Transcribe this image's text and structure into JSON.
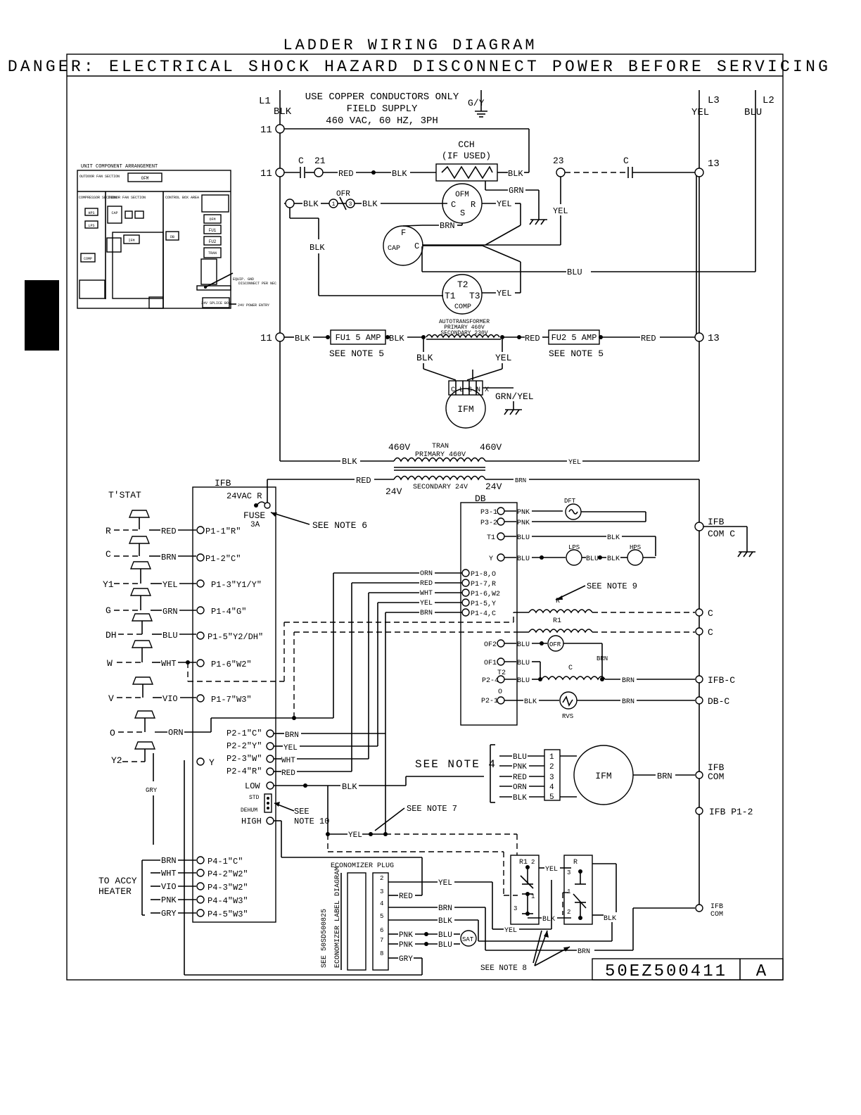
{
  "page": {
    "title": "LADDER WIRING DIAGRAM",
    "danger": "DANGER: ELECTRICAL SHOCK HAZARD DISCONNECT POWER BEFORE SERVICING",
    "drawing_number": "50EZ500411",
    "revision": "A"
  },
  "supply": {
    "note_1": "USE COPPER CONDUCTORS ONLY",
    "note_2": "FIELD SUPPLY",
    "note_3": "460 VAC, 60 HZ, 3PH",
    "l1": "L1",
    "l1_color": "BLK",
    "l3": "L3",
    "l3_color": "YEL",
    "l2": "L2",
    "l2_color": "BLU",
    "ground": "G/Y"
  },
  "arrangement": {
    "title": "UNIT COMPONENT ARRANGEMENT",
    "outdoor": "OUTDOOR FAN SECTION",
    "ofm": "OFM",
    "compressor": "COMPRESSOR SECTION",
    "hps": "HPS",
    "lps": "LPS",
    "comp": "COMP",
    "indoor": "INDOOR FAN SECTION",
    "control": "CONTROL BOX AREA",
    "cap": "CAP",
    "ifm": "IFM",
    "fu1": "FU1",
    "fu2": "FU2",
    "tran": "TRAN",
    "equip_gnd": "EQUIP. GND",
    "disconnect": "DISCONNECT PER NEC",
    "splice": "24V SPLICE BOX",
    "entry": "24V POWER ENTRY"
  },
  "labels": {
    "t11a": "11",
    "t11b": "11",
    "t11c": "11",
    "t13a": "13",
    "t13b": "13",
    "t21": "21",
    "t23": "23",
    "c1": "C",
    "c2": "C",
    "cch": "CCH",
    "cch_note": "(IF USED)",
    "ofr": "OFR",
    "ofr1": "1",
    "ofr3": "3",
    "ofm": "OFM",
    "ofm_c": "C",
    "ofm_r": "R",
    "ofm_s": "S",
    "cap": "CAP",
    "cap_f": "F",
    "cap_c": "C",
    "comp": "COMP",
    "t1": "T1",
    "t2": "T2",
    "t3": "T3",
    "fu1": "FU1 5 AMP",
    "fu2": "FU2 5 AMP",
    "see_note_5a": "SEE NOTE 5",
    "see_note_5b": "SEE NOTE 5",
    "auto_1": "AUTOTRANSFORMER",
    "auto_2": "PRIMARY 460V",
    "auto_3": "SECONDARY 230V",
    "ifm": "IFM",
    "ifm_plug": "C L G N X",
    "grn_yel": "GRN/YEL",
    "tran": "TRAN",
    "tran_primary": "PRIMARY 460V",
    "tran_secondary": "SECONDARY 24V",
    "v460a": "460V",
    "v460b": "460V",
    "v24a": "24V",
    "v24b": "24V",
    "tstat": "T'STAT",
    "ifb": "IFB",
    "fuse_1": "24VAC R",
    "fuse_2": "FUSE",
    "fuse_3": "3A",
    "see_note_6": "SEE NOTE 6",
    "db": "DB",
    "dft": "DFT",
    "lps": "LPS",
    "hps": "HPS",
    "ofr_coil": "OFR",
    "r_coil": "R",
    "r1_coil": "R1",
    "c_coil": "C",
    "rvs": "RVS",
    "see_note_9": "SEE NOTE 9",
    "see_note_4": "SEE NOTE 4",
    "see_note_7": "SEE NOTE 7",
    "see_note_8": "SEE NOTE 8",
    "see_note_10a": "SEE",
    "see_note_10b": "NOTE 10",
    "to_accy_1": "TO ACCY",
    "to_accy_2": "HEATER",
    "economizer": "ECONOMIZER PLUG",
    "econ_see_1": "SEE 50SD500825",
    "econ_see_2": "ECONOMIZER LABEL DIAGRAM",
    "sat": "SAT",
    "ifm2": "IFM",
    "ifb_com_c_1": "IFB",
    "ifb_com_c_2": "COM C",
    "ifb_c": "IFB-C",
    "db_c": "DB-C",
    "ifb_com_1": "IFB",
    "ifb_com_2": "COM",
    "ifb_p12": "IFB P1-2",
    "ifb_com3_1": "IFB",
    "ifb_com3_2": "COM",
    "c_right1": "C",
    "c_right2": "C",
    "y_term": "Y",
    "low": "LOW",
    "std": "STD",
    "dehum": "DEHUM",
    "high": "HIGH",
    "r1_relay": "R1",
    "r_relay": "R"
  },
  "wires": {
    "blk": "BLK",
    "red": "RED",
    "yel": "YEL",
    "blu": "BLU",
    "brn": "BRN",
    "grn": "GRN",
    "wht": "WHT",
    "orn": "ORN",
    "vio": "VIO",
    "pnk": "PNK",
    "gry": "GRY"
  },
  "tstat_terms": [
    {
      "term": "R",
      "wire": "RED",
      "pin": "P1-1\"R\""
    },
    {
      "term": "C",
      "wire": "BRN",
      "pin": "P1-2\"C\""
    },
    {
      "term": "Y1",
      "wire": "YEL",
      "pin": "P1-3\"Y1/Y\""
    },
    {
      "term": "G",
      "wire": "GRN",
      "pin": "P1-4\"G\""
    },
    {
      "term": "DH",
      "wire": "BLU",
      "pin": "P1-5\"Y2/DH\""
    },
    {
      "term": "W",
      "wire": "WHT",
      "pin": "P1-6\"W2\""
    },
    {
      "term": "V",
      "wire": "VIO",
      "pin": "P1-7\"W3\""
    },
    {
      "term": "O",
      "wire": "ORN",
      "pin": ""
    },
    {
      "term": "Y2",
      "wire": "GRY",
      "pin": ""
    }
  ],
  "ifb_p2": [
    {
      "pin": "P2-1\"C\"",
      "wire": "BRN"
    },
    {
      "pin": "P2-2\"Y\"",
      "wire": "YEL"
    },
    {
      "pin": "P2-3\"W\"",
      "wire": "WHT"
    },
    {
      "pin": "P2-4\"R\"",
      "wire": "RED"
    }
  ],
  "ifb_p4": [
    {
      "pin": "P4-1\"C\"",
      "wire": "BRN"
    },
    {
      "pin": "P4-2\"W2\"",
      "wire": "WHT"
    },
    {
      "pin": "P4-3\"W2\"",
      "wire": "VIO"
    },
    {
      "pin": "P4-4\"W3\"",
      "wire": "PNK"
    },
    {
      "pin": "P4-5\"W3\"",
      "wire": "GRY"
    }
  ],
  "db_left": [
    {
      "pin": "P1-8,O",
      "wire": "ORN"
    },
    {
      "pin": "P1-7,R",
      "wire": "RED"
    },
    {
      "pin": "P1-6,W2",
      "wire": "WHT"
    },
    {
      "pin": "P1-5,Y",
      "wire": "YEL"
    },
    {
      "pin": "P1-4,C",
      "wire": "BRN"
    }
  ],
  "db_right": [
    {
      "pin": "P3-1",
      "wire": "PNK"
    },
    {
      "pin": "P3-2",
      "wire": "PNK"
    },
    {
      "pin": "T1",
      "wire": "BLU"
    },
    {
      "pin": "Y",
      "wire": "BLU"
    },
    {
      "pin": "OF2",
      "wire": "BLU"
    },
    {
      "pin": "OF1",
      "wire": "BLU"
    },
    {
      "pin": "T2",
      "wire": ""
    },
    {
      "pin": "P2-4",
      "wire": "BLU"
    },
    {
      "pin": "O",
      "wire": ""
    },
    {
      "pin": "P2-1",
      "wire": "BLK"
    }
  ],
  "ifm_plug": [
    {
      "pin": "1",
      "wire": "BLU"
    },
    {
      "pin": "2",
      "wire": "PNK"
    },
    {
      "pin": "3",
      "wire": "RED"
    },
    {
      "pin": "4",
      "wire": "ORN"
    },
    {
      "pin": "5",
      "wire": "BLK"
    }
  ],
  "econ_pins": [
    {
      "pin": "2",
      "wire": "YEL"
    },
    {
      "pin": "3",
      "wire": "RED"
    },
    {
      "pin": "4",
      "wire": "BRN"
    },
    {
      "pin": "5",
      "wire": "BLK"
    },
    {
      "pin": "6",
      "wire": "PNK"
    },
    {
      "pin": "7",
      "wire": "PNK"
    },
    {
      "pin": "8",
      "wire": "GRY"
    }
  ]
}
